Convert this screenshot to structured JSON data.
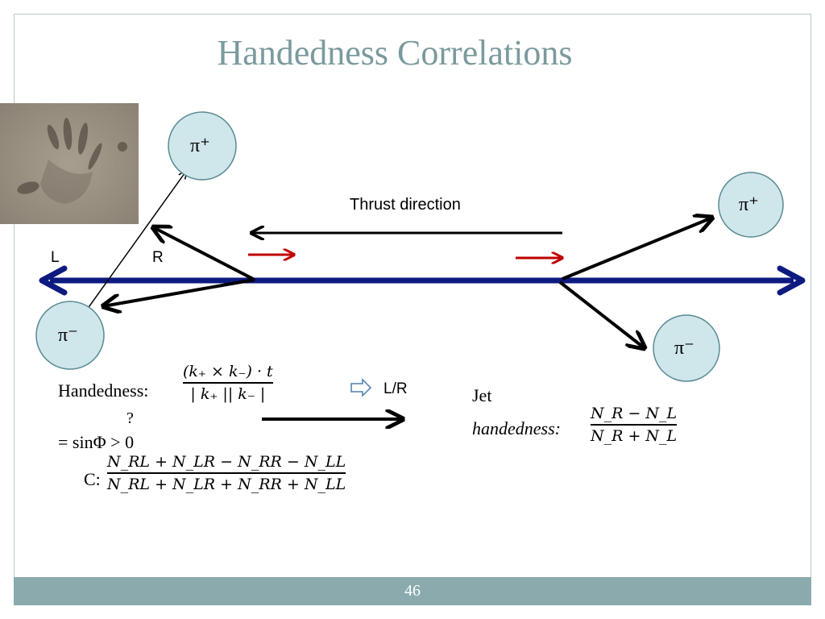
{
  "slide": {
    "title": "Handedness Correlations",
    "page_number": "46"
  },
  "diagram": {
    "thrust_label": "Thrust direction",
    "left_label": "L",
    "right_label": "R",
    "pi_plus_top": "π⁺",
    "pi_plus_right": "π⁺",
    "pi_minus_left": "π⁻",
    "pi_minus_right": "π⁻",
    "lr_label": "L/R"
  },
  "formulas": {
    "handedness_label": "Handedness:",
    "handedness_num": "(k₊ × k₋) · t",
    "handedness_den": "| k₊ || k₋ |",
    "question_mark": "?",
    "sin_condition": "= sinΦ > 0",
    "c_label": "C:",
    "c_num": "N_RL + N_LR − N_RR − N_LL",
    "c_den": "N_RL + N_LR + N_RR + N_LL",
    "jet_label": "Jet",
    "jet_handedness_label": "handedness:",
    "jet_num": "N_R − N_L",
    "jet_den": "N_R + N_L"
  },
  "colors": {
    "title": "#7b9a9d",
    "footer": "#8aaaad",
    "axis": "#0d1a80",
    "spin_arrow": "#c00000",
    "circle_fill": "#cfe6ea"
  },
  "icons": {
    "sand_photo": "handprint-in-sand-image",
    "lr_arrow": "right-block-arrow-icon"
  }
}
